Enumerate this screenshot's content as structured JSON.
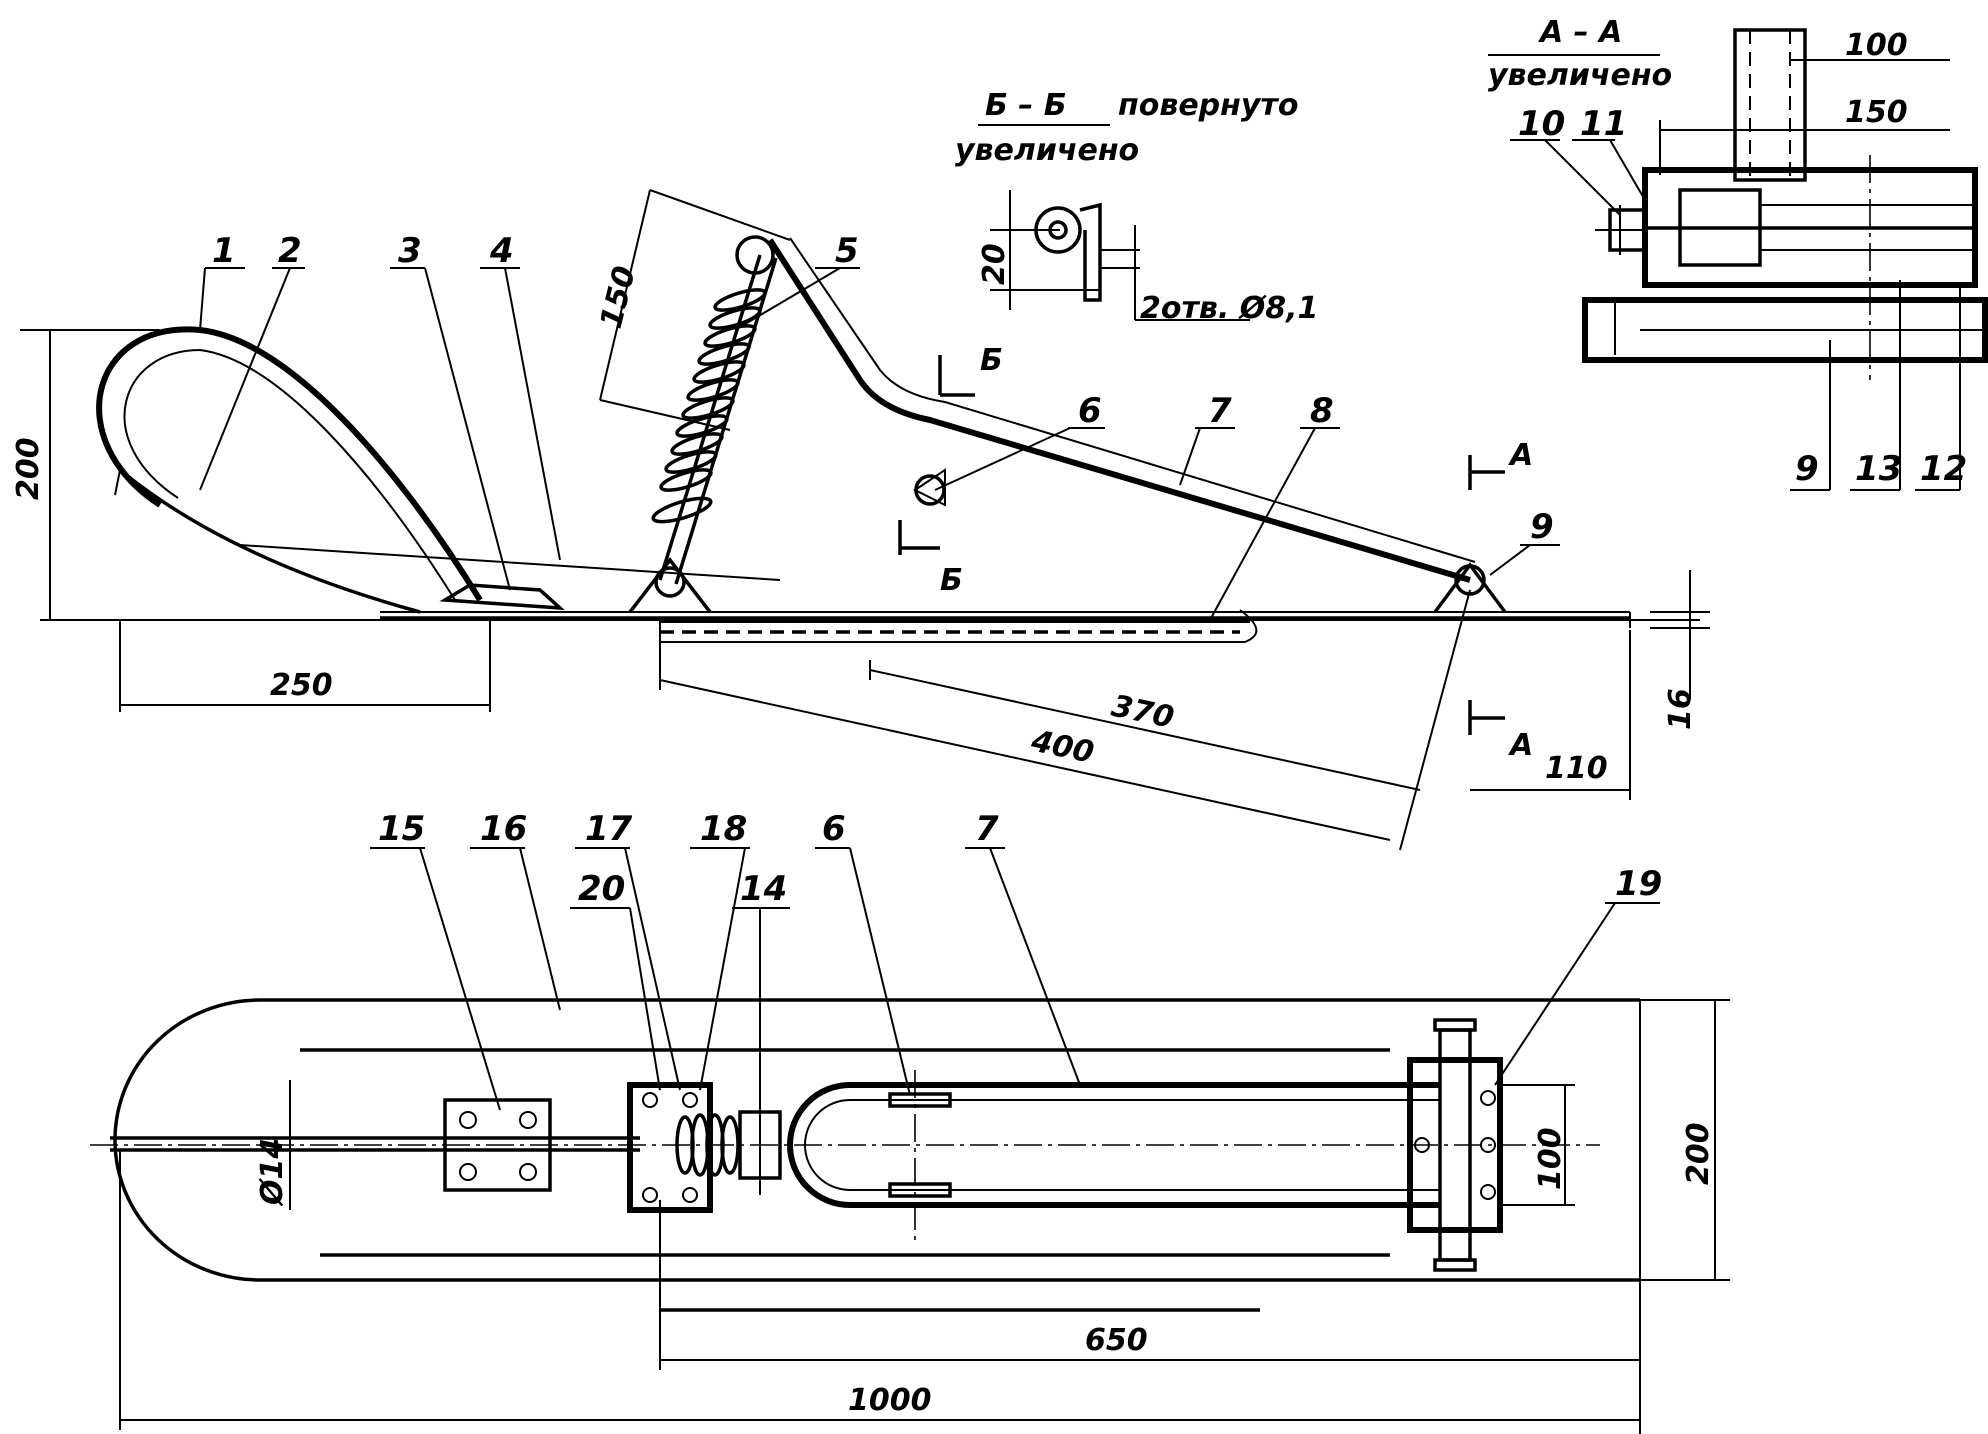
{
  "part_labels": [
    "1",
    "2",
    "3",
    "4",
    "5",
    "6",
    "7",
    "8",
    "9",
    "10",
    "11",
    "12",
    "13",
    "14",
    "15",
    "16",
    "17",
    "18",
    "19",
    "20"
  ],
  "dimensions": {
    "height_200": "200",
    "length_250": "250",
    "spring_150": "150",
    "pivot_370": "370",
    "frame_400": "400",
    "thickness_16": "16",
    "rear_110": "110",
    "bb_20": "20",
    "bb_holes": "2отв. Ø8,1",
    "aa_100": "100",
    "aa_150": "150",
    "plan_width_200": "200",
    "plan_100": "100",
    "plan_650": "650",
    "plan_1000": "1000",
    "plan_d14": "Ø14"
  },
  "sections": {
    "aa_title": "А – А",
    "aa_sub": "увеличено",
    "bb_title": "Б – Б",
    "bb_rot": "повернуто",
    "bb_sub": "увеличено",
    "mark_a": "А",
    "mark_b": "Б"
  },
  "colors": {
    "ink": "#000000",
    "paper": "#ffffff"
  }
}
